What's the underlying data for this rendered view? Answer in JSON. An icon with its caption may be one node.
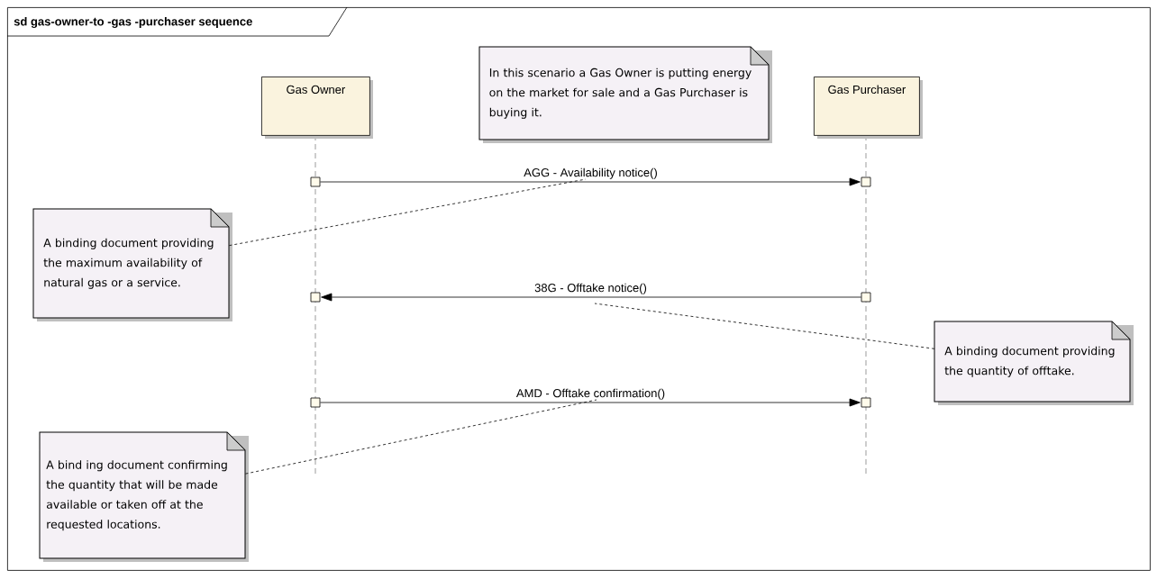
{
  "diagram": {
    "nodes": [
      {
        "text": [
          "sd gas-owner-to -gas -purchaser sequence"
        ]
      },
      {
        "text": [
          "Gas Owner"
        ],
        "in": 0
      },
      {
        "text": [
          "In this scenario a Gas Owner is putting energy on the market for sale and a Gas Purchaser is buying it."
        ],
        "in": 0
      },
      {
        "text": [
          "Gas Purchaser"
        ],
        "in": 0
      },
      {
        "text": [
          "A binding document providing the maximum availability of natural gas or a service."
        ],
        "in": 0
      },
      {
        "text": [
          "A binding document providing the quantity of offtake."
        ],
        "in": 0
      },
      {
        "text": [
          "A bind ing document confirming the quantity that will be made available or taken off at the requested locations."
        ],
        "in": 0
      },
      {
        "text": [],
        "shape": "box",
        "in": 0
      },
      {
        "text": [],
        "shape": "box",
        "in": 0
      },
      {
        "text": [],
        "shape": "box",
        "in": 0
      },
      {
        "text": [],
        "shape": "box",
        "in": 0
      },
      {
        "text": [],
        "shape": "box",
        "in": 0
      },
      {
        "text": [],
        "shape": "box",
        "in": 0
      }
    ],
    "edges": [
      {
        "from": 7,
        "to": 8,
        "arrow": "to",
        "label": "AGG - Availability notice()"
      },
      {
        "from": 10,
        "to": 9,
        "arrow": "to",
        "label": "38G - Offtake notice()"
      },
      {
        "from": 11,
        "to": 12,
        "arrow": "to",
        "label": "AMD - Offtake confirmation()"
      },
      {
        "from": 4,
        "to": null,
        "arrow": "none",
        "style": "dashed"
      },
      {
        "from": 5,
        "to": null,
        "arrow": "none",
        "style": "dashed"
      },
      {
        "from": 6,
        "to": null,
        "arrow": "none",
        "style": "dashed"
      }
    ]
  }
}
